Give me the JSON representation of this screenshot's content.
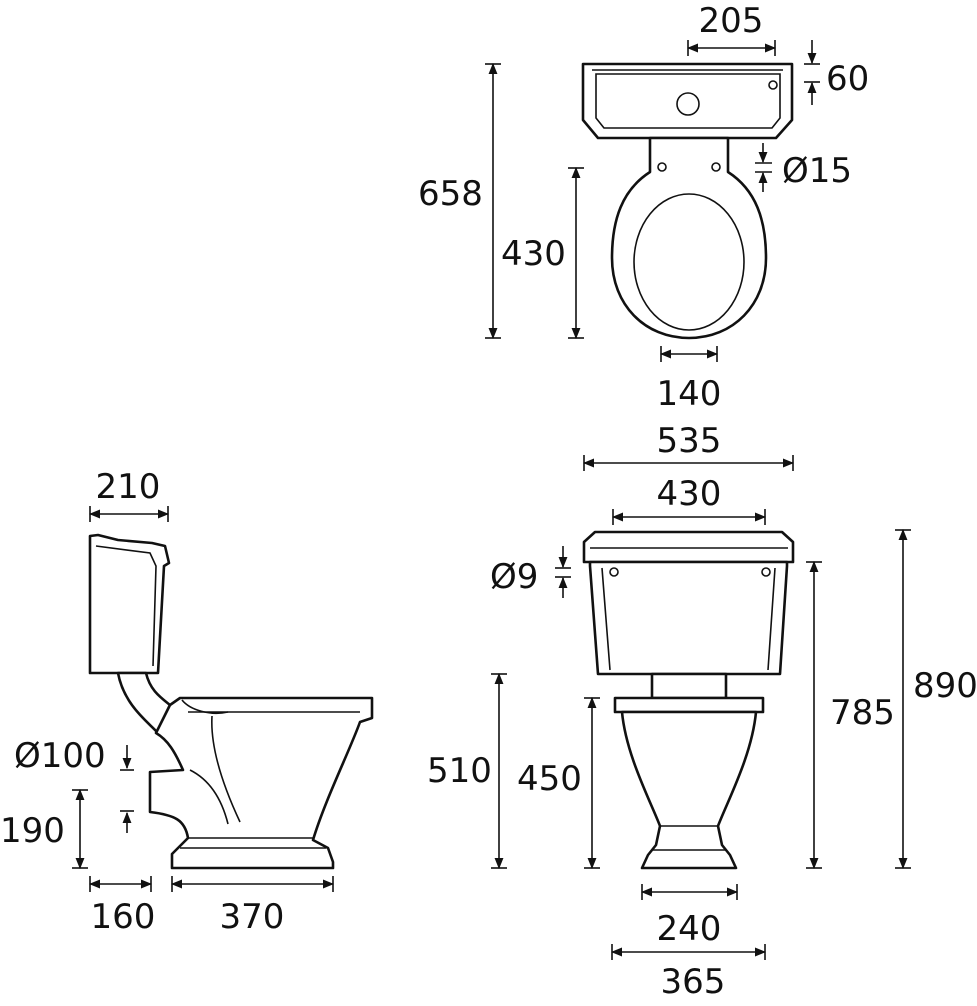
{
  "views": {
    "top": {
      "dims": {
        "tank_hole_spacing": "205",
        "tank_depth": "60",
        "seat_hole": "Ø15",
        "overall_depth": "658",
        "bowl_depth": "430",
        "seat_hinge_spacing": "140"
      }
    },
    "side": {
      "dims": {
        "tank_depth": "210",
        "outlet_diameter": "Ø100",
        "outlet_height": "190",
        "outlet_setback": "160",
        "base_length": "370"
      }
    },
    "front": {
      "dims": {
        "tank_width": "535",
        "lid_width": "430",
        "fixing_hole": "Ø9",
        "tank_height": "785",
        "overall_height": "890",
        "rim_height": "510",
        "pan_height": "450",
        "foot_width": "240",
        "base_width": "365"
      }
    }
  },
  "colors": {
    "line": "#111111",
    "background": "#ffffff"
  }
}
